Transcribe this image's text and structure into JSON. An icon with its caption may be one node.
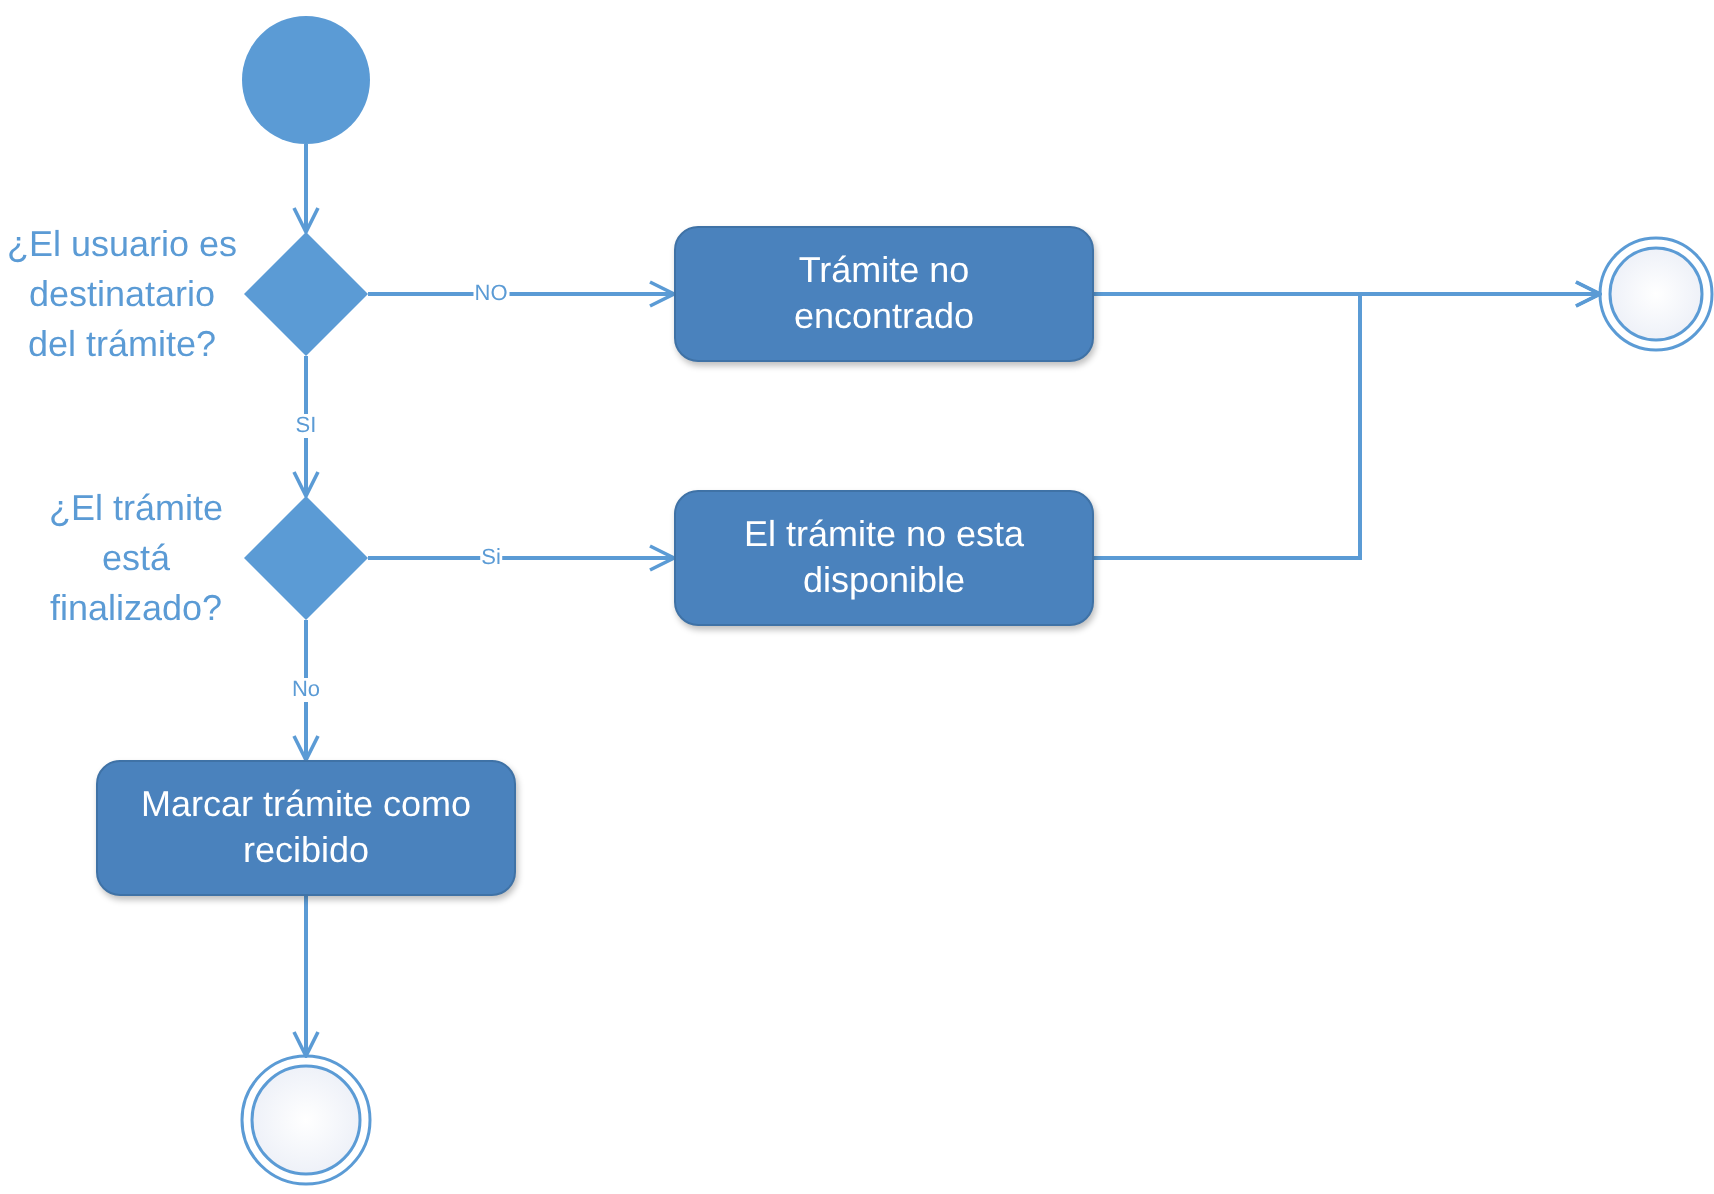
{
  "diagram": {
    "nodes": [
      {
        "text": [],
        "shape": "circle"
      },
      {
        "text": [
          "¿El usuario es destinatario del trámite?"
        ]
      },
      {
        "text": [
          "Trámite no encontrado"
        ]
      },
      {
        "text": [],
        "shape": "circle"
      },
      {
        "text": [
          "¿El trámite está finalizado?"
        ]
      },
      {
        "text": [
          "El trámite no esta disponible"
        ]
      },
      {
        "text": [
          "Marcar trámite como recibido"
        ]
      },
      {
        "text": [],
        "shape": "circle"
      }
    ],
    "edges": [
      {
        "from": 0,
        "to": 1,
        "arrow": "to"
      },
      {
        "from": 1,
        "to": 2,
        "label": "NO",
        "arrow": "to"
      },
      {
        "from": 1,
        "to": 4,
        "label": "SI",
        "arrow": "to"
      },
      {
        "from": 4,
        "to": 5,
        "label": "Si",
        "arrow": "to"
      },
      {
        "from": 4,
        "to": 6,
        "label": "No",
        "arrow": "to"
      },
      {
        "from": 2,
        "to": 3,
        "arrow": "to"
      },
      {
        "from": 5,
        "to": 3,
        "arrow": "to"
      },
      {
        "from": 6,
        "to": 7,
        "arrow": "to"
      }
    ]
  }
}
